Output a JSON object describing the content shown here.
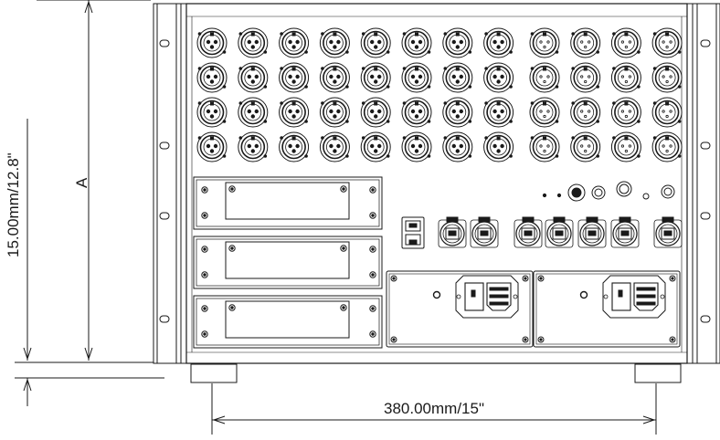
{
  "dimensions": {
    "height_label": "15.00mm/12.8\"",
    "height_marker": "A",
    "width_label": "380.00mm/15\""
  },
  "panel": {
    "xlr_left_block": {
      "rows": 4,
      "cols": 8,
      "pin_style": "female"
    },
    "xlr_right_block": {
      "rows": 4,
      "cols": 4,
      "pin_style": "male"
    },
    "card_slots": 3,
    "ethercon_ports": 7,
    "rj45_ports": 2,
    "power_modules": 2,
    "rack_ears": 2
  },
  "colors": {
    "line": "#1a1a1a",
    "fill": "#ffffff",
    "ear_stripe": "#cfcfcf"
  }
}
